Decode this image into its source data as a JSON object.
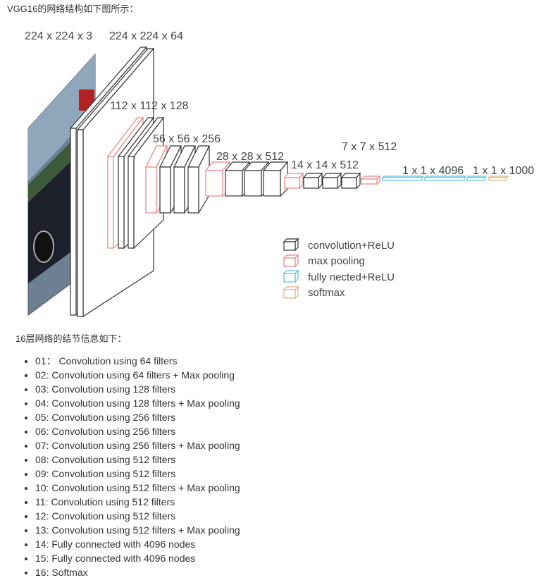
{
  "intro": "VGG16的网络结构如下图所示：",
  "figure": {
    "labels": [
      "224 x 224 x 3",
      "224 x 224 x 64",
      "112 x 112 x 128",
      "56 x 56 x 256",
      "28 x 28 x 512",
      "14 x 14 x 512",
      "7 x 7 x 512",
      "1 x 1 x 4096",
      "1 x 1 x 1000"
    ],
    "legend": [
      {
        "label": "convolution+ReLU",
        "color": "#333333"
      },
      {
        "label": "max pooling",
        "color": "#f08080"
      },
      {
        "label": "fully nected+ReLU",
        "color": "#5bc0de"
      },
      {
        "label": "softmax",
        "color": "#e0b080"
      }
    ]
  },
  "section_title": "16层网络的结节信息如下：",
  "layers": [
    "01：  Convolution using 64 filters",
    "02: Convolution using 64 filters + Max pooling",
    "03: Convolution using 128 filters",
    "04: Convolution using 128 filters + Max pooling",
    "05: Convolution using 256 filters",
    "06: Convolution using 256 filters",
    "07: Convolution using 256 filters + Max pooling",
    "08: Convolution using 512 filters",
    "09: Convolution using 512 filters",
    "10: Convolution using 512 filters + Max pooling",
    "11: Convolution using 512 filters",
    "12: Convolution using 512 filters",
    "13: Convolution using 512 filters + Max pooling",
    "14: Fully connected with 4096 nodes",
    "15: Fully connected with 4096 nodes",
    "16: Softmax"
  ]
}
